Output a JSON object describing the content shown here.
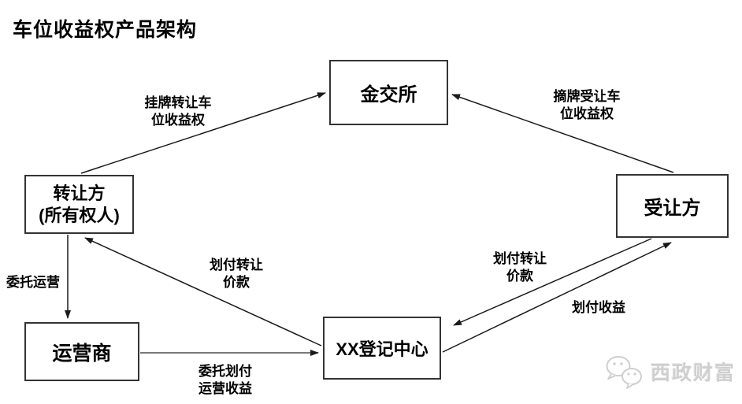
{
  "title": "车位收益权产品架构",
  "nodes": {
    "exchange": {
      "label": "金交所"
    },
    "transferor": {
      "line1": "转让方",
      "line2": "(所有权人)"
    },
    "transferee": {
      "label": "受让方"
    },
    "operator": {
      "label": "运营商"
    },
    "registry": {
      "label": "XX登记中心"
    }
  },
  "edges": {
    "listing": {
      "line1": "挂牌转让车",
      "line2": "位收益权",
      "from": "转让方(所有权人)",
      "to": "金交所"
    },
    "delisting": {
      "line1": "摘牌受让车",
      "line2": "位收益权",
      "from": "受让方",
      "to": "金交所"
    },
    "entrust_operation": {
      "line1": "委托运营",
      "from": "转让方(所有权人)",
      "to": "运营商"
    },
    "pay_transfer_price_to_transferor": {
      "line1": "划付转让",
      "line2": "价款",
      "from": "XX登记中心",
      "to": "转让方(所有权人)"
    },
    "pay_transfer_price_from_transferee": {
      "line1": "划付转让",
      "line2": "价款",
      "from": "受让方",
      "to": "XX登记中心"
    },
    "pay_income": {
      "line1": "划付收益",
      "from": "XX登记中心",
      "to": "受让方"
    },
    "entrust_pay_operating_income": {
      "line1": "委托划付",
      "line2": "运营收益",
      "from": "运营商",
      "to": "XX登记中心"
    }
  },
  "watermark": {
    "text": "西政财富"
  },
  "colors": {
    "background": "#ffffff",
    "text": "#000000",
    "line": "#1a1a1a",
    "box_border": "#333333",
    "watermark": "#cfcfcf"
  }
}
